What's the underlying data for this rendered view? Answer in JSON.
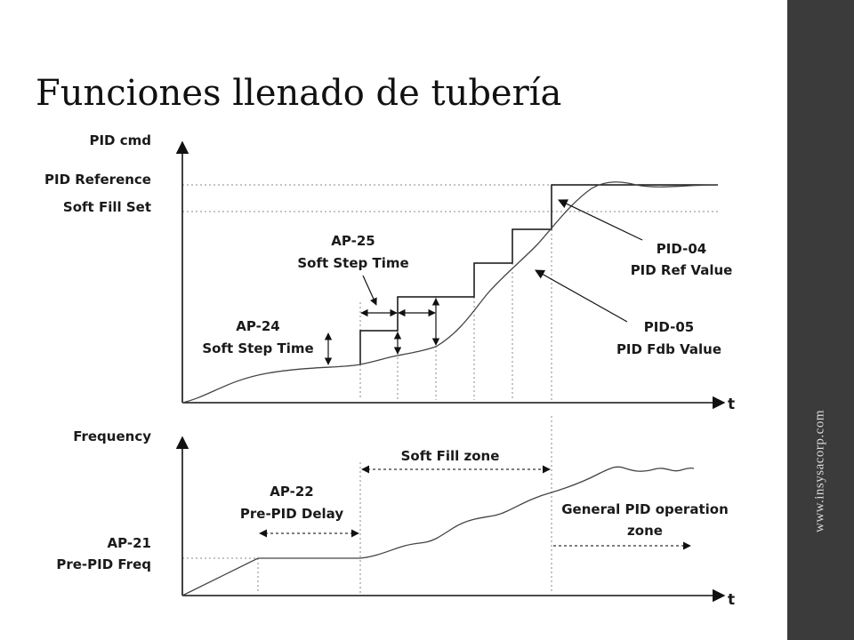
{
  "title": "Funciones llenado de tubería",
  "side_url": "www.insysacorp.com",
  "top_plot": {
    "y_axis_label": "PID cmd",
    "x_axis_label": "t",
    "levels": [
      "PID Reference",
      "Soft Fill Set"
    ],
    "annotations": {
      "ap24_code": "AP-24",
      "ap24_name": "Soft Step Time",
      "ap25_code": "AP-25",
      "ap25_name": "Soft Step Time",
      "pid04_code": "PID-04",
      "pid04_name": "PID Ref  Value",
      "pid05_code": "PID-05",
      "pid05_name": "PID Fdb Value"
    }
  },
  "bottom_plot": {
    "y_axis_label": "Frequency",
    "x_axis_label": "t",
    "annotations": {
      "ap21_code": "AP-21",
      "ap21_name": "Pre-PID Freq",
      "ap22_code": "AP-22",
      "ap22_name": "Pre-PID Delay",
      "soft_fill_zone": "Soft Fill zone",
      "general_line1": "General PID operation",
      "general_line2": "zone"
    }
  }
}
